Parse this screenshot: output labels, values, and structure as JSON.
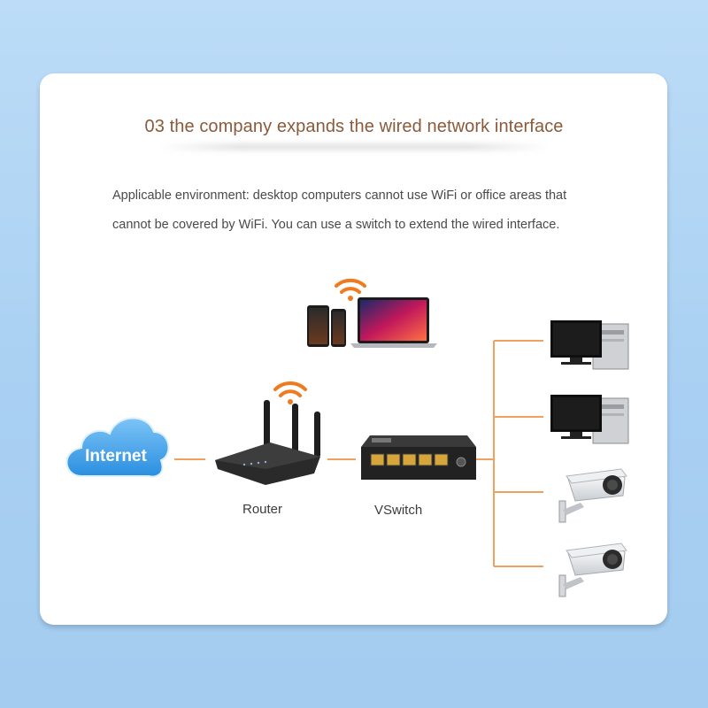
{
  "header": {
    "title": "03 the company expands the wired network interface"
  },
  "description": {
    "line1": "Applicable environment: desktop computers cannot use WiFi or office areas that",
    "line2": "cannot be covered by WiFi. You can use a switch to extend the wired interface."
  },
  "diagram": {
    "cloud_label": "Internet",
    "router_label": "Router",
    "switch_label": "VSwitch",
    "wire_color": "#f0a060",
    "wifi_color": "#f07a1e",
    "cloud_color": "#3a9be8",
    "endpoints": [
      "desktop-computer",
      "desktop-computer",
      "security-camera",
      "security-camera"
    ],
    "wireless_devices": [
      "phone",
      "tablet",
      "laptop"
    ]
  }
}
